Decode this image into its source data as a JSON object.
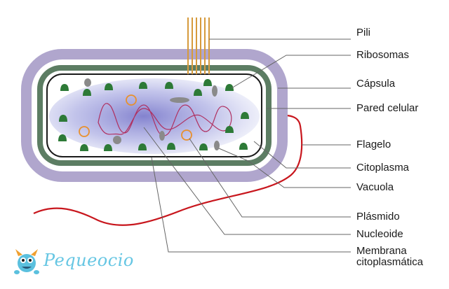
{
  "labels": {
    "pili": "Pili",
    "ribosomas": "Ribosomas",
    "capsula": "Cápsula",
    "pared_celular": "Pared celular",
    "flagelo": "Flagelo",
    "citoplasma": "Citoplasma",
    "vacuola": "Vacuola",
    "plasmido": "Plásmido",
    "nucleoide": "Nucleoide",
    "membrana_line1": "Membrana",
    "membrana_line2": "citoplasmática"
  },
  "logo": {
    "text": "Pequeocio"
  },
  "colors": {
    "capsule": "#b0a6cd",
    "cell_wall": "#5c7d63",
    "membrane": "#1a1a1a",
    "cytoplasm": "#7d7ccc",
    "ribosome": "#2d7a37",
    "vacuole": "#8a8a8a",
    "plasmid": "#e8902d",
    "nucleoid": "#b03060",
    "flagellum": "#c8161d",
    "pili": "#d69a3c",
    "leader": "#666666",
    "logo": "#66c6e3"
  }
}
